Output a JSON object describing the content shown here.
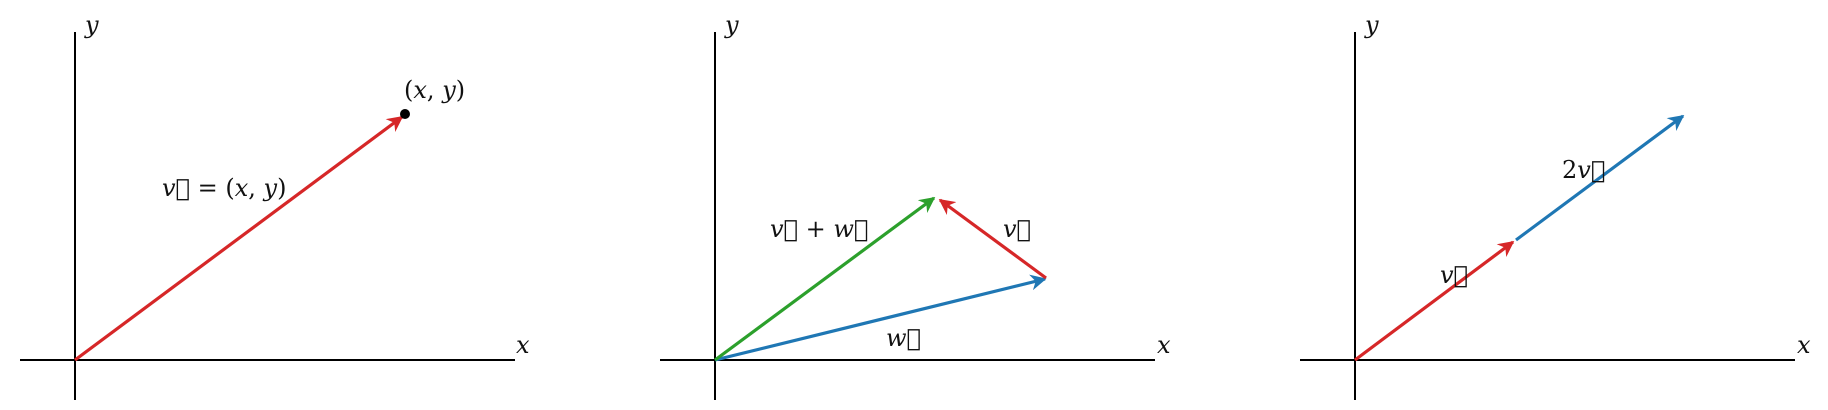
{
  "colors": {
    "red": "#d62728",
    "blue": "#1f77b4",
    "green": "#2ca02c",
    "axis": "#000000"
  },
  "panel1": {
    "x_axis_label": "x",
    "y_axis_label": "y",
    "point_label": "(x, y)",
    "vector_label": "v⃗ = (x, y)"
  },
  "panel2": {
    "x_axis_label": "x",
    "y_axis_label": "y",
    "sum_label": "v⃗ + w⃗",
    "v_label": "v⃗",
    "w_label": "w⃗"
  },
  "panel3": {
    "x_axis_label": "x",
    "y_axis_label": "y",
    "v_label": "v⃗",
    "scaled_label": "2v⃗"
  }
}
